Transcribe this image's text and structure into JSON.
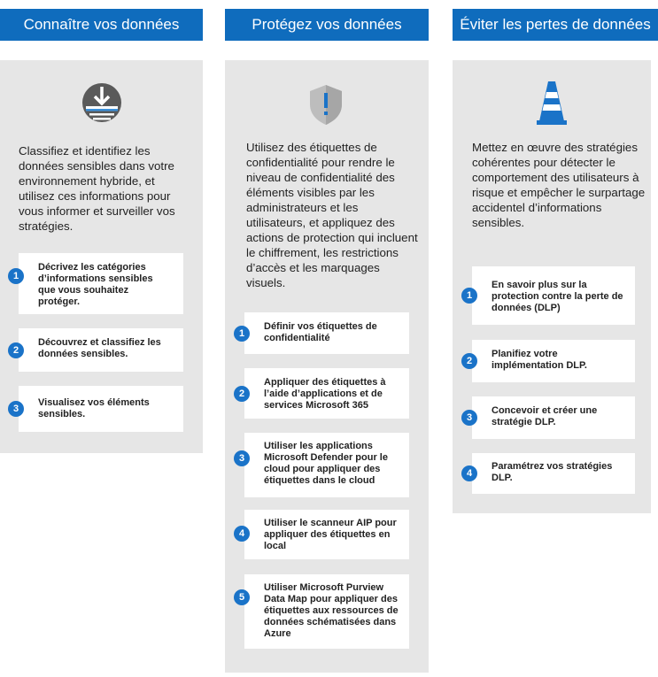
{
  "columns": [
    {
      "title": "Connaître vos données",
      "icon": "classify-download-icon",
      "description": "Classifiez et identifiez les données sensibles dans votre environnement hybride, et utilisez ces informations pour vous informer et surveiller vos stratégies.",
      "steps": [
        {
          "num": "1",
          "label": "Décrivez les catégories d’informations sensibles que vous souhaitez protéger."
        },
        {
          "num": "2",
          "label": "Découvrez et classifiez les données sensibles."
        },
        {
          "num": "3",
          "label": "Visualisez vos éléments sensibles."
        }
      ]
    },
    {
      "title": "Protégez vos données",
      "icon": "shield-alert-icon",
      "description": "Utilisez des étiquettes de confidentialité pour rendre le niveau de confidentialité des éléments visibles par les administrateurs et les utilisateurs, et appliquez des actions de protection qui incluent le chiffrement, les restrictions d’accès et les marquages visuels.",
      "steps": [
        {
          "num": "1",
          "label": "Définir vos étiquettes de confidentialité"
        },
        {
          "num": "2",
          "label": "Appliquer des étiquettes à l’aide d’applications et de services Microsoft 365"
        },
        {
          "num": "3",
          "label": "Utiliser les applications Microsoft Defender pour le cloud pour appliquer des étiquettes dans le cloud"
        },
        {
          "num": "4",
          "label": "Utiliser le scanneur AIP pour appliquer des étiquettes en local"
        },
        {
          "num": "5",
          "label": "Utiliser Microsoft Purview Data Map pour appliquer des étiquettes aux ressources de données schématisées dans Azure"
        }
      ]
    },
    {
      "title": "Éviter les pertes de données",
      "icon": "traffic-cone-icon",
      "description": "Mettez en œuvre des stratégies cohérentes pour détecter le comportement des utilisateurs à risque et empêcher le surpartage accidentel d’informations sensibles.",
      "steps": [
        {
          "num": "1",
          "label": "En savoir plus sur la protection contre la perte de données (DLP)"
        },
        {
          "num": "2",
          "label": "Planifiez votre implémentation DLP."
        },
        {
          "num": "3",
          "label": "Concevoir et créer une stratégie DLP."
        },
        {
          "num": "4",
          "label": "Paramétrez vos stratégies DLP."
        }
      ]
    }
  ],
  "colors": {
    "header": "#0f6cbd",
    "panel": "#e6e6e6",
    "badge": "#1a73c8"
  }
}
